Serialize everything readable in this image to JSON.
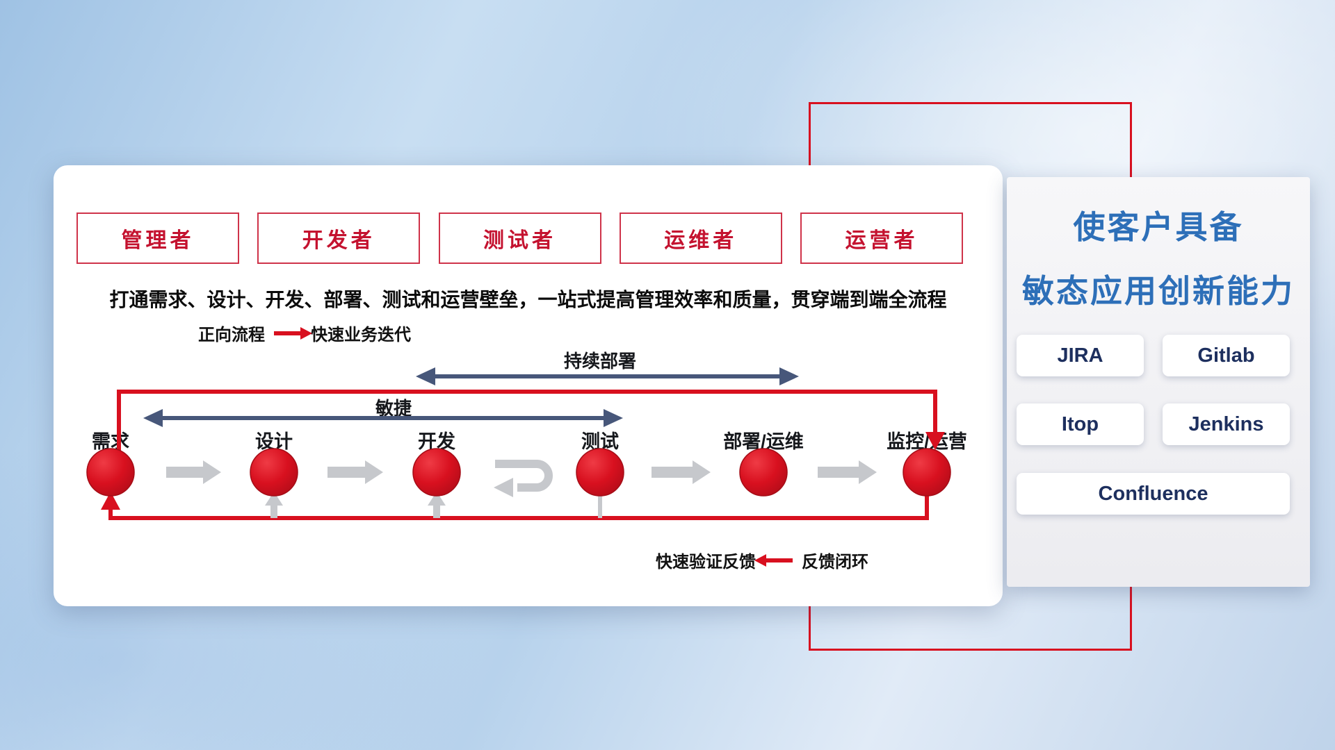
{
  "main_panel": {
    "roles": [
      "管理者",
      "开发者",
      "测试者",
      "运维者",
      "运营者"
    ],
    "subtitle": "打通需求、设计、开发、部署、测试和运营壁垒，一站式提高管理效率和质量，贯穿端到端全流程",
    "forward_legend": {
      "label": "正向流程",
      "value": "快速业务迭代"
    },
    "flow": {
      "stages": [
        "需求",
        "设计",
        "开发",
        "测试",
        "部署/运维",
        "监控/运营"
      ],
      "agile_label": "敏捷",
      "continuous_deploy_label": "持续部署"
    },
    "feedback_legend": {
      "label": "快速验证反馈",
      "value": "反馈闭环"
    }
  },
  "side_panel": {
    "title_line1": "使客户具备",
    "title_line2": "敏态应用创新能力",
    "tools": [
      "JIRA",
      "Gitlab",
      "Itop",
      "Jenkins",
      "Confluence"
    ]
  },
  "colors": {
    "accent_red": "#d8101f",
    "navy_arrow": "#47577a",
    "gray_arrow": "#c6c8cc",
    "title_blue": "#2d6fb8",
    "tool_text": "#1d2f5e",
    "role_text": "#c4122f"
  }
}
